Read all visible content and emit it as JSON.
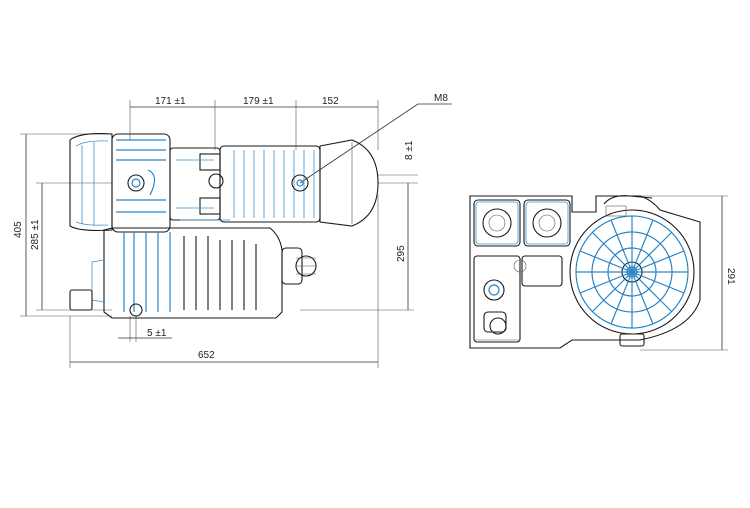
{
  "dimensions": {
    "top_1": "171 ±1",
    "top_2": "179 ±1",
    "top_3": "152",
    "thread": "M8",
    "right_small": "8 ±1",
    "height_total": "405",
    "height_inner": "285 ±1",
    "height_shaft": "295",
    "bottom_offset": "5 ±1",
    "length_total": "652",
    "side_height": "291"
  },
  "colors": {
    "line": "#333333",
    "accent": "#2a86c8"
  }
}
